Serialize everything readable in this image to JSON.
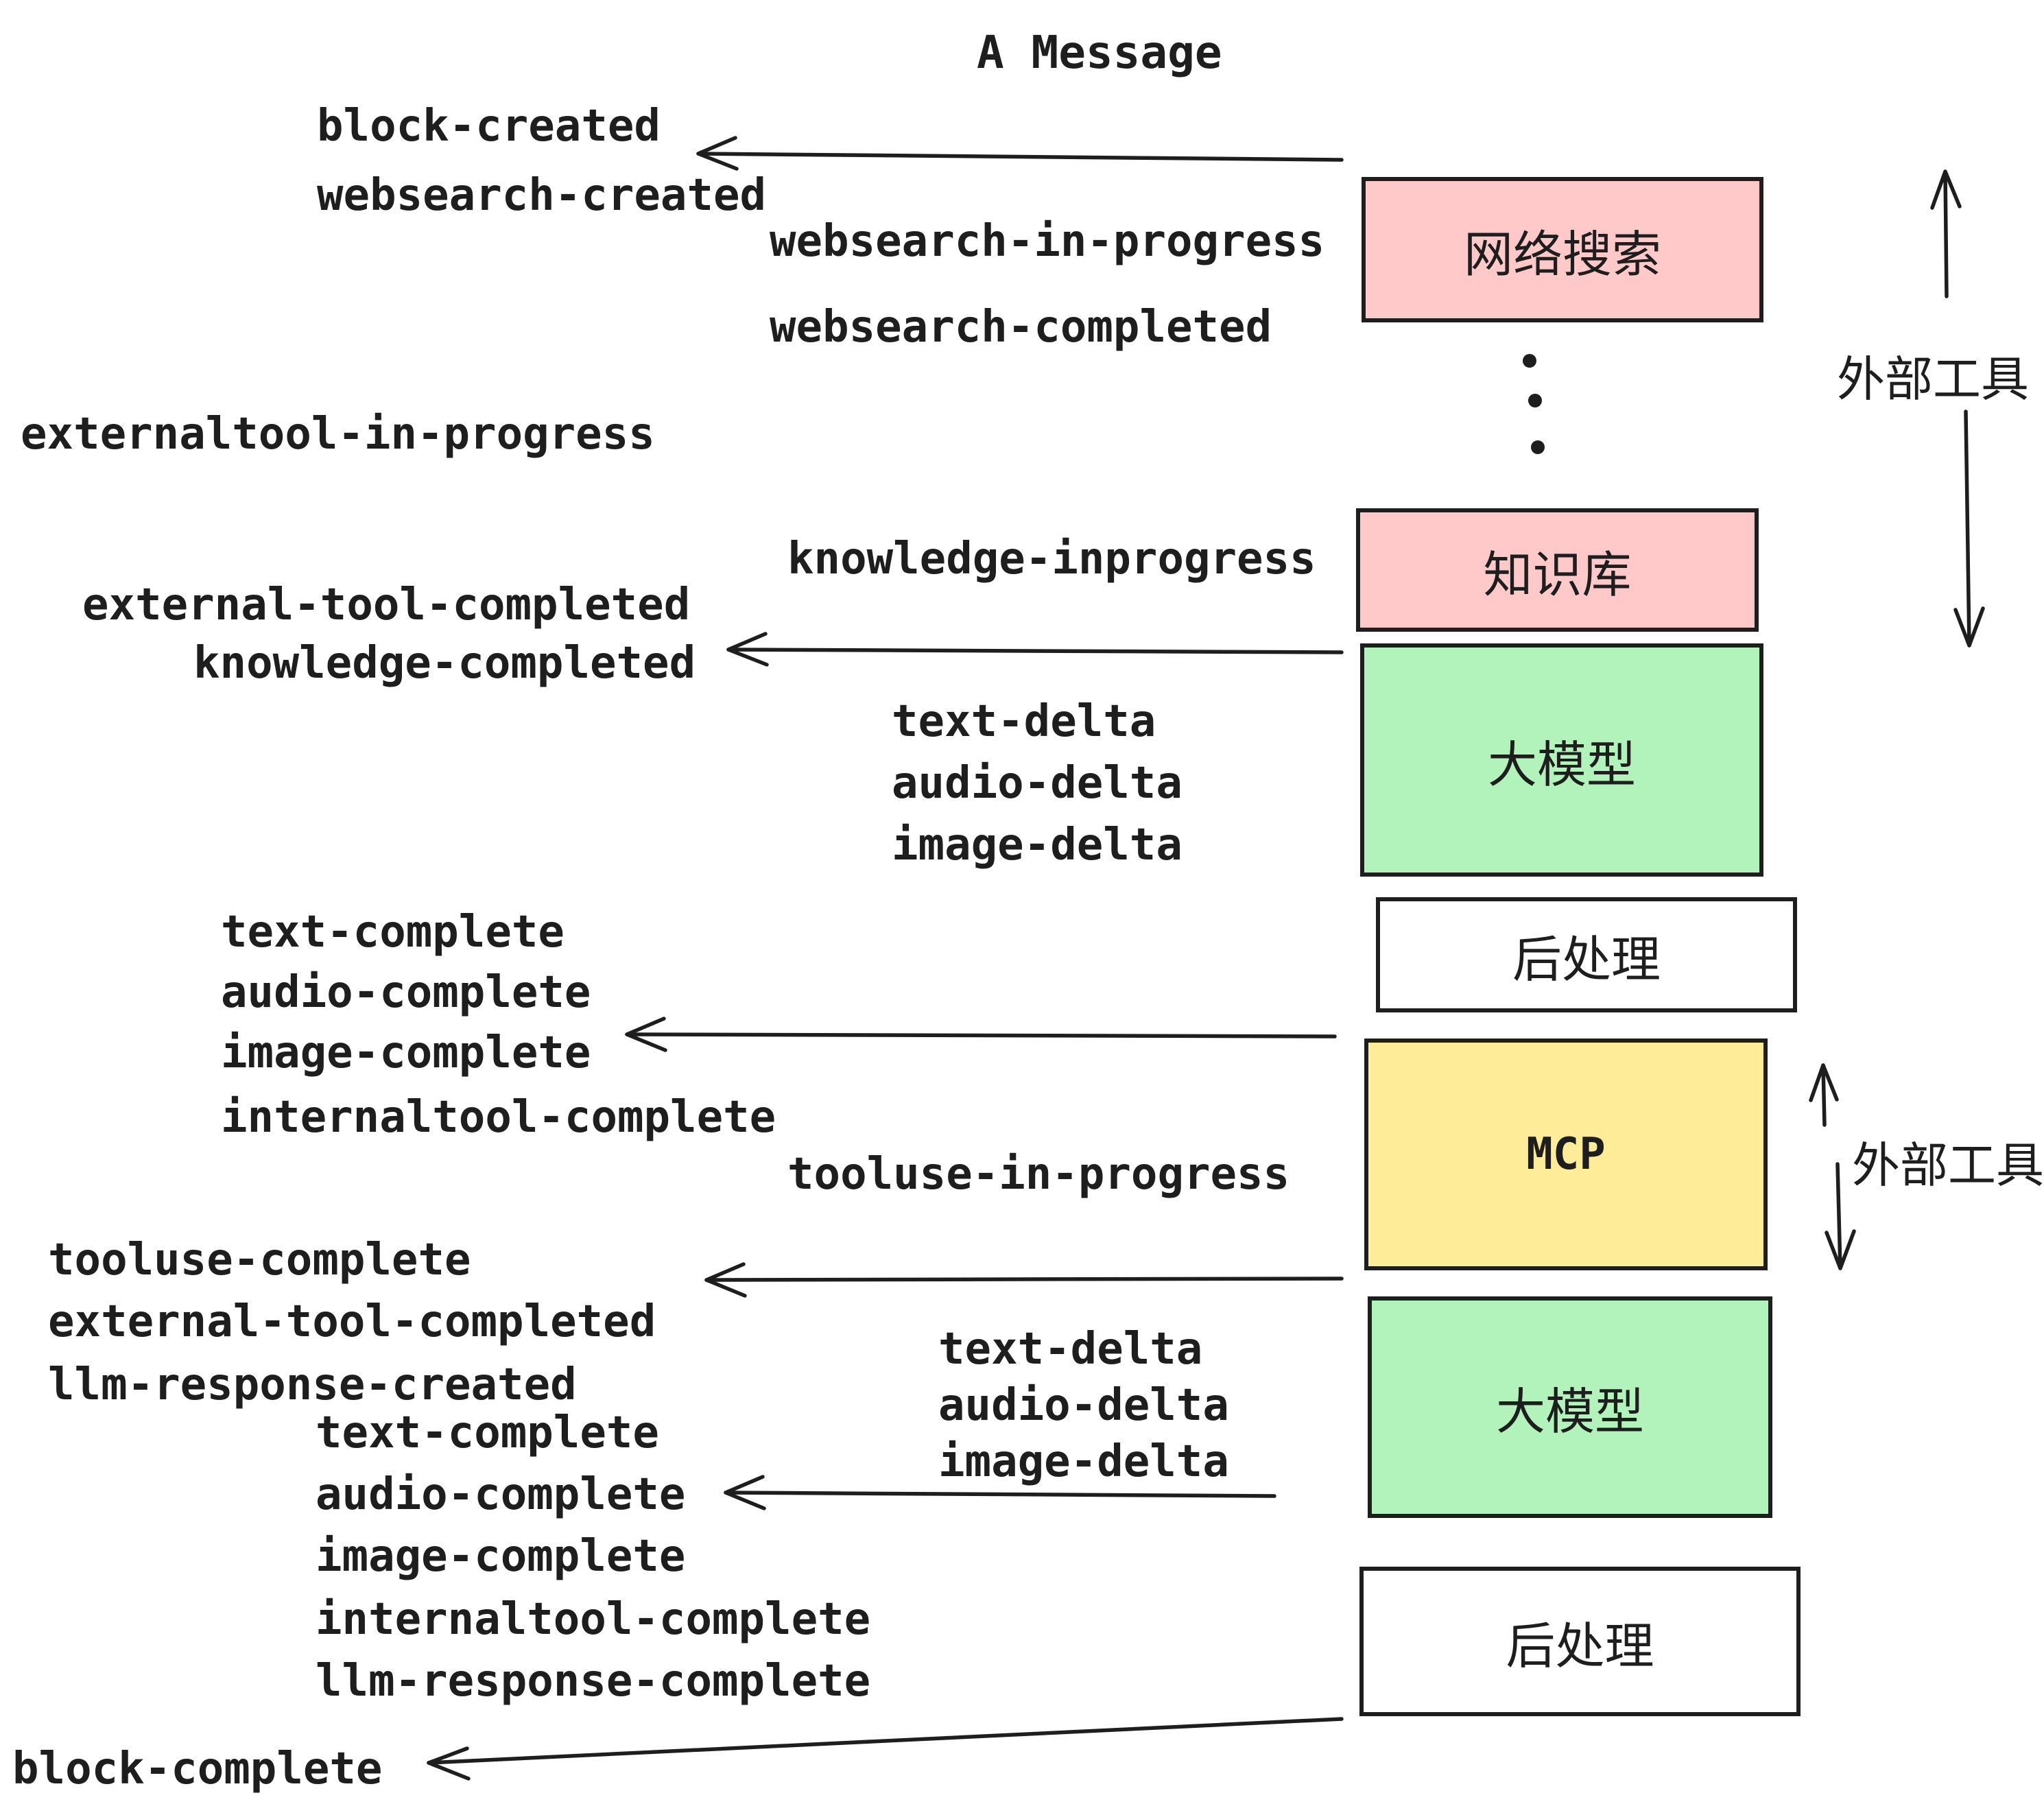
{
  "title": "A Message",
  "palette": {
    "box_pink": "#ffc9c9",
    "box_green": "#b2f2bb",
    "box_yellow": "#ffec99",
    "box_white": "#ffffff",
    "ink": "#1e1e1e",
    "background": "#ffffff"
  },
  "boxes": {
    "websearch": {
      "label": "网络搜索"
    },
    "knowledge": {
      "label": "知识库"
    },
    "llm1": {
      "label": "大模型"
    },
    "post1": {
      "label": "后处理"
    },
    "mcp": {
      "label": "MCP"
    },
    "llm2": {
      "label": "大模型"
    },
    "post2": {
      "label": "后处理"
    }
  },
  "side_labels": {
    "external_tools_top": "外部工具",
    "external_tools_bottom": "外部工具"
  },
  "events": {
    "block_created": "block-created",
    "websearch_created": "websearch-created",
    "websearch_in_progress": "websearch-in-progress",
    "websearch_completed": "websearch-completed",
    "externaltool_in_progress": "externaltool-in-progress",
    "knowledge_inprogress": "knowledge-inprogress",
    "external_tool_completed_1": "external-tool-completed",
    "knowledge_completed": "knowledge-completed",
    "text_delta_1": "text-delta",
    "audio_delta_1": "audio-delta",
    "image_delta_1": "image-delta",
    "text_complete_1": "text-complete",
    "audio_complete_1": "audio-complete",
    "image_complete_1": "image-complete",
    "internaltool_complete_1": "internaltool-complete",
    "tooluse_in_progress": "tooluse-in-progress",
    "tooluse_complete": "tooluse-complete",
    "external_tool_completed_2": "external-tool-completed",
    "llm_response_created": "llm-response-created",
    "text_delta_2": "text-delta",
    "audio_delta_2": "audio-delta",
    "image_delta_2": "image-delta",
    "text_complete_2": "text-complete",
    "audio_complete_2": "audio-complete",
    "image_complete_2": "image-complete",
    "internaltool_complete_2": "internaltool-complete",
    "llm_response_complete": "llm-response-complete",
    "block_complete": "block-complete"
  }
}
